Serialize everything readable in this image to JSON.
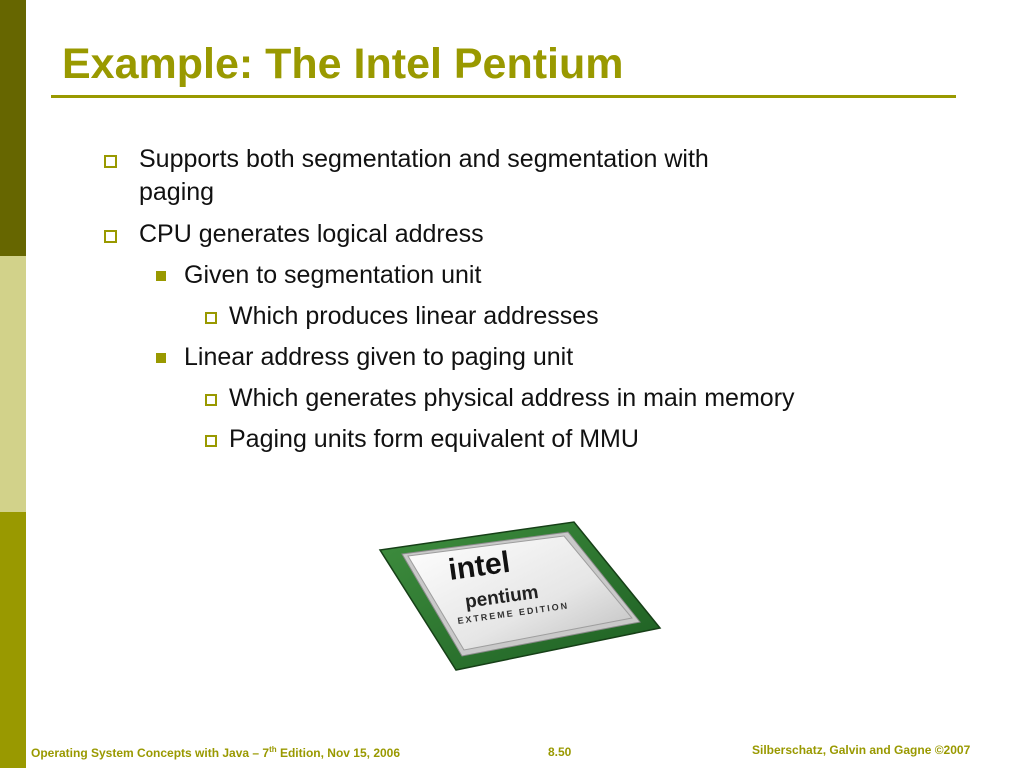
{
  "slide": {
    "title": "Example: The Intel Pentium",
    "bullets": [
      {
        "level": 1,
        "lines": [
          "Supports both segmentation and segmentation with",
          "paging"
        ]
      },
      {
        "level": 1,
        "lines": [
          "CPU generates logical address"
        ]
      },
      {
        "level": 2,
        "lines": [
          "Given to segmentation unit"
        ]
      },
      {
        "level": 3,
        "lines": [
          "Which produces linear addresses"
        ]
      },
      {
        "level": 2,
        "lines": [
          "Linear address given to paging unit"
        ]
      },
      {
        "level": 3,
        "lines": [
          "Which generates physical address in main memory"
        ]
      },
      {
        "level": 3,
        "lines": [
          "Paging units form equivalent of MMU"
        ]
      }
    ]
  },
  "chip_image": {
    "brand": "intel",
    "product": "pentium",
    "edition": "EXTREME EDITION"
  },
  "footer": {
    "left_prefix": "Operating System Concepts with Java – 7",
    "left_sup": "th",
    "left_suffix": " Edition, Nov 15, 2006",
    "page": "8.50",
    "right": "Silberschatz, Galvin and Gagne ©2007"
  },
  "colors": {
    "accent": "#999900",
    "sidebar_dark": "#666600",
    "sidebar_light": "#d2d28a",
    "sidebar_mid": "#999900",
    "footer_text": "#999900",
    "chip_pcb": "#2e7d32"
  }
}
